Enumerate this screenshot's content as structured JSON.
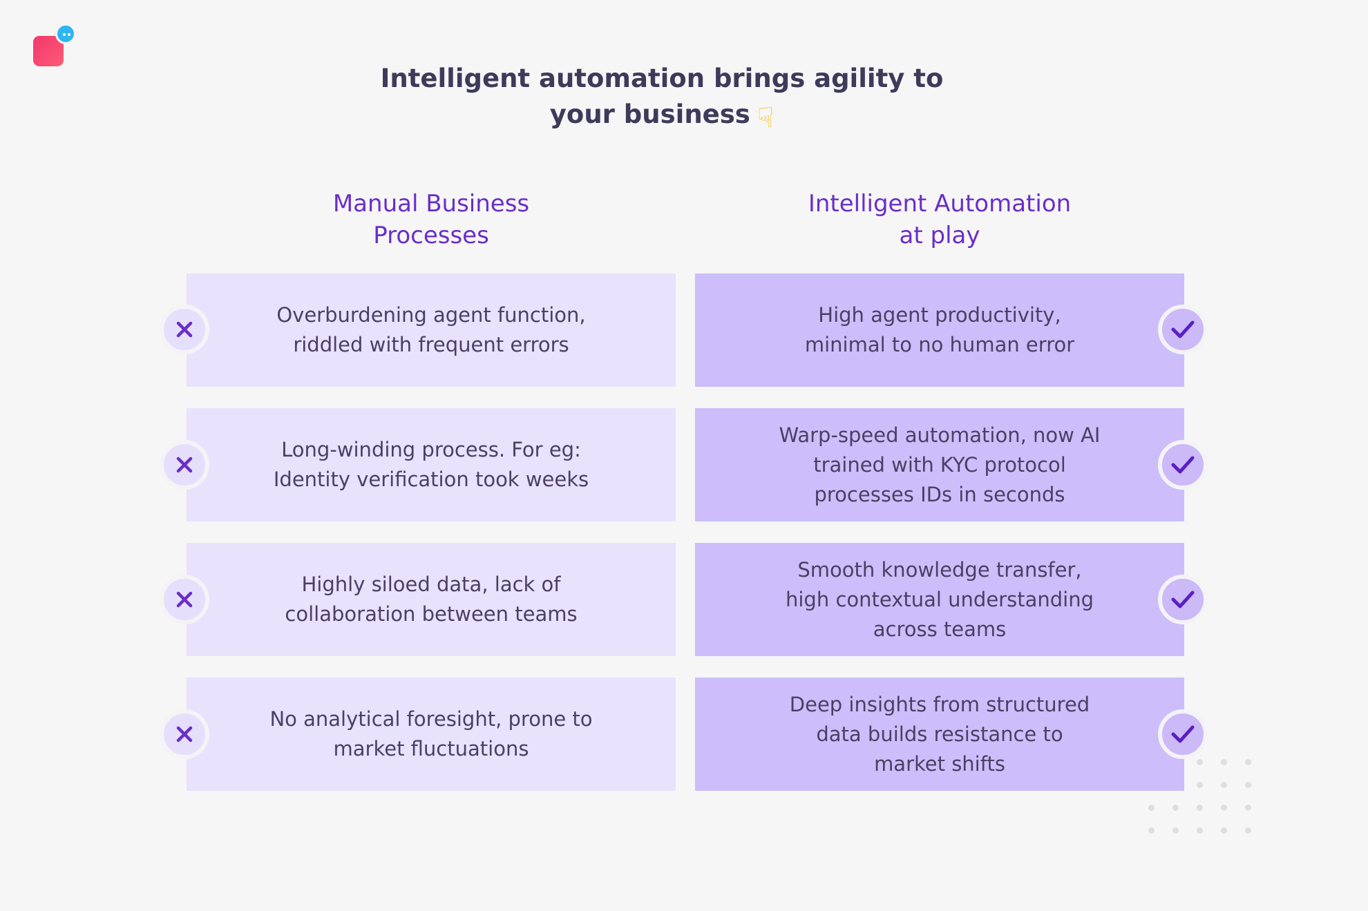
{
  "header": {
    "title_line1": "Intelligent automation brings agility to",
    "title_line2": "your business",
    "title_icon": "pointing-down-hand-icon"
  },
  "columns": {
    "left": {
      "heading_line1": "Manual Business",
      "heading_line2": "Processes",
      "marker_icon": "x-icon"
    },
    "right": {
      "heading_line1": "Intelligent Automation",
      "heading_line2": "at play",
      "marker_icon": "check-icon"
    }
  },
  "rows": [
    {
      "manual": [
        "Overburdening agent function,",
        "riddled with frequent errors"
      ],
      "automation": [
        "High agent productivity,",
        "minimal to no human error"
      ]
    },
    {
      "manual": [
        "Long-winding process. For eg:",
        "Identity verification took weeks"
      ],
      "automation": [
        "Warp-speed automation, now AI",
        "trained with KYC protocol",
        "processes IDs in seconds"
      ]
    },
    {
      "manual": [
        "Highly siloed data, lack of",
        "collaboration between teams"
      ],
      "automation": [
        "Smooth knowledge transfer,",
        "high contextual understanding",
        "across teams"
      ]
    },
    {
      "manual": [
        "No analytical foresight, prone to",
        "market fluctuations"
      ],
      "automation": [
        "Deep insights from structured",
        "data builds resistance to",
        "market shifts"
      ]
    }
  ],
  "colors": {
    "accent": "#6a2ec9",
    "manual_card_bg": "#e8e2fd",
    "automation_card_bg": "#cdbdfa",
    "page_bg": "#f6f6f6",
    "logo_primary": "#f0386b",
    "logo_bubble": "#2fb6f0"
  }
}
